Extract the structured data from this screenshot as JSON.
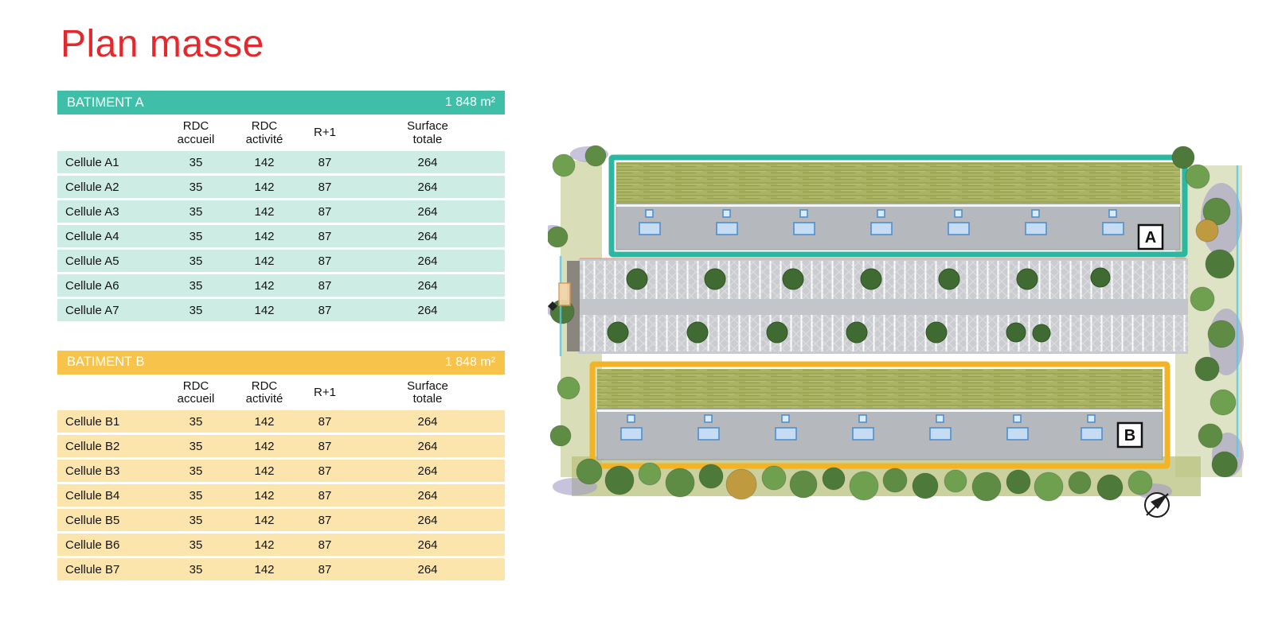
{
  "page": {
    "title": "Plan masse"
  },
  "tables": [
    {
      "name": "BATIMENT A",
      "area": "1 848 m²",
      "columns": [
        "",
        "RDC\naccueil",
        "RDC\nactivité",
        "R+1",
        "Surface\ntotale"
      ],
      "rows": [
        {
          "label": "Cellule A1",
          "values": [
            "35",
            "142",
            "87",
            "264"
          ]
        },
        {
          "label": "Cellule A2",
          "values": [
            "35",
            "142",
            "87",
            "264"
          ]
        },
        {
          "label": "Cellule A3",
          "values": [
            "35",
            "142",
            "87",
            "264"
          ]
        },
        {
          "label": "Cellule A4",
          "values": [
            "35",
            "142",
            "87",
            "264"
          ]
        },
        {
          "label": "Cellule A5",
          "values": [
            "35",
            "142",
            "87",
            "264"
          ]
        },
        {
          "label": "Cellule A6",
          "values": [
            "35",
            "142",
            "87",
            "264"
          ]
        },
        {
          "label": "Cellule A7",
          "values": [
            "35",
            "142",
            "87",
            "264"
          ]
        }
      ]
    },
    {
      "name": "BATIMENT B",
      "area": "1 848 m²",
      "columns": [
        "",
        "RDC\naccueil",
        "RDC\nactivité",
        "R+1",
        "Surface\ntotale"
      ],
      "rows": [
        {
          "label": "Cellule B1",
          "values": [
            "35",
            "142",
            "87",
            "264"
          ]
        },
        {
          "label": "Cellule B2",
          "values": [
            "35",
            "142",
            "87",
            "264"
          ]
        },
        {
          "label": "Cellule B3",
          "values": [
            "35",
            "142",
            "87",
            "264"
          ]
        },
        {
          "label": "Cellule B4",
          "values": [
            "35",
            "142",
            "87",
            "264"
          ]
        },
        {
          "label": "Cellule B5",
          "values": [
            "35",
            "142",
            "87",
            "264"
          ]
        },
        {
          "label": "Cellule B6",
          "values": [
            "35",
            "142",
            "87",
            "264"
          ]
        },
        {
          "label": "Cellule B7",
          "values": [
            "35",
            "142",
            "87",
            "264"
          ]
        }
      ]
    }
  ],
  "plan": {
    "building_a_label": "A",
    "building_b_label": "B"
  },
  "colors": {
    "title": "#e4282b",
    "table_a_header": "#3fbfa7",
    "table_a_row": "#cdece4",
    "table_b_header": "#f7c34a",
    "table_b_row": "#fce5ac",
    "building_a_outline": "#2cb8a0",
    "building_b_outline": "#f2b327"
  }
}
